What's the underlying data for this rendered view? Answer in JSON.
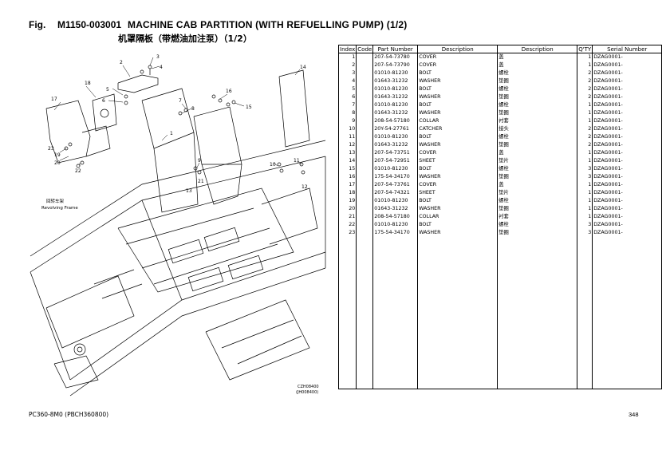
{
  "header": {
    "fig_label": "Fig.",
    "fig_code": "M1150-003001",
    "title": "MACHINE CAB PARTITION (WITH REFUELLING PUMP) (1/2)",
    "title_cn": "机罩隔板（带燃油加注泵）（1/2）"
  },
  "drawing": {
    "frame_label_cn": "回转车架",
    "frame_label_en": "Revolving Frame",
    "serial_note_1": "CZH08400",
    "serial_note_2": "(JH008400)",
    "callouts": [
      "1",
      "2",
      "3",
      "4",
      "5",
      "6",
      "7",
      "8",
      "9",
      "10",
      "11",
      "12",
      "13",
      "14",
      "15",
      "16",
      "17",
      "18",
      "19",
      "20",
      "21",
      "22",
      "23"
    ]
  },
  "table": {
    "headers": {
      "index": "Index",
      "code": "Code",
      "part_number": "Part Number",
      "description_en": "Description",
      "description_cn": "Description",
      "qty": "Q'TY",
      "serial": "Serial Number"
    },
    "rows": [
      {
        "index": "1",
        "code": "",
        "part": "207-54-73780",
        "desc": "COVER",
        "cn": "盖",
        "qty": "1",
        "serial": "DZAG0001-"
      },
      {
        "index": "2",
        "code": "",
        "part": "207-54-73790",
        "desc": "COVER",
        "cn": "盖",
        "qty": "1",
        "serial": "DZAG0001-"
      },
      {
        "index": "3",
        "code": "",
        "part": "01010-81230",
        "desc": "BOLT",
        "cn": "螺栓",
        "qty": "2",
        "serial": "DZAG0001-"
      },
      {
        "index": "4",
        "code": "",
        "part": "01643-31232",
        "desc": "WASHER",
        "cn": "垫圈",
        "qty": "2",
        "serial": "DZAG0001-"
      },
      {
        "index": "5",
        "code": "",
        "part": "01010-81230",
        "desc": "BOLT",
        "cn": "螺栓",
        "qty": "2",
        "serial": "DZAG0001-"
      },
      {
        "index": "6",
        "code": "",
        "part": "01643-31232",
        "desc": "WASHER",
        "cn": "垫圈",
        "qty": "2",
        "serial": "DZAG0001-"
      },
      {
        "index": "7",
        "code": "",
        "part": "01010-81230",
        "desc": "BOLT",
        "cn": "螺栓",
        "qty": "1",
        "serial": "DZAG0001-"
      },
      {
        "index": "8",
        "code": "",
        "part": "01643-31232",
        "desc": "WASHER",
        "cn": "垫圈",
        "qty": "1",
        "serial": "DZAG0001-"
      },
      {
        "index": "9",
        "code": "",
        "part": "208-54-57180",
        "desc": "COLLAR",
        "cn": "衬套",
        "qty": "1",
        "serial": "DZAG0001-"
      },
      {
        "index": "10",
        "code": "",
        "part": "20Y-54-27761",
        "desc": "CATCHER",
        "cn": "接头",
        "qty": "2",
        "serial": "DZAG0001-"
      },
      {
        "index": "11",
        "code": "",
        "part": "01010-81230",
        "desc": "BOLT",
        "cn": "螺栓",
        "qty": "2",
        "serial": "DZAG0001-"
      },
      {
        "index": "12",
        "code": "",
        "part": "01643-31232",
        "desc": "WASHER",
        "cn": "垫圈",
        "qty": "2",
        "serial": "DZAG0001-"
      },
      {
        "index": "13",
        "code": "",
        "part": "207-54-73751",
        "desc": "COVER",
        "cn": "盖",
        "qty": "1",
        "serial": "DZAG0001-"
      },
      {
        "index": "14",
        "code": "",
        "part": "207-54-72951",
        "desc": " SHEET",
        "cn": "垫片",
        "qty": "1",
        "serial": "DZAG0001-"
      },
      {
        "index": "15",
        "code": "",
        "part": "01010-81230",
        "desc": "BOLT",
        "cn": "螺栓",
        "qty": "3",
        "serial": "DZAG0001-"
      },
      {
        "index": "16",
        "code": "",
        "part": "175-54-34170",
        "desc": "WASHER",
        "cn": "垫圈",
        "qty": "3",
        "serial": "DZAG0001-"
      },
      {
        "index": "17",
        "code": "",
        "part": "207-54-73761",
        "desc": "COVER",
        "cn": "盖",
        "qty": "1",
        "serial": "DZAG0001-"
      },
      {
        "index": "18",
        "code": "",
        "part": "207-54-74321",
        "desc": " SHEET",
        "cn": "垫片",
        "qty": "1",
        "serial": "DZAG0001-"
      },
      {
        "index": "19",
        "code": "",
        "part": "01010-81230",
        "desc": "BOLT",
        "cn": "螺栓",
        "qty": "1",
        "serial": "DZAG0001-"
      },
      {
        "index": "20",
        "code": "",
        "part": "01643-31232",
        "desc": "WASHER",
        "cn": "垫圈",
        "qty": "1",
        "serial": "DZAG0001-"
      },
      {
        "index": "21",
        "code": "",
        "part": "208-54-57180",
        "desc": "COLLAR",
        "cn": "衬套",
        "qty": "1",
        "serial": "DZAG0001-"
      },
      {
        "index": "22",
        "code": "",
        "part": "01010-81230",
        "desc": "BOLT",
        "cn": "螺栓",
        "qty": "3",
        "serial": "DZAG0001-"
      },
      {
        "index": "23",
        "code": "",
        "part": "175-54-34170",
        "desc": "WASHER",
        "cn": "垫圈",
        "qty": "3",
        "serial": "DZAG0001-"
      }
    ]
  },
  "footer": {
    "model": "PC360-8M0 (PBCH360800)",
    "page": "348"
  }
}
